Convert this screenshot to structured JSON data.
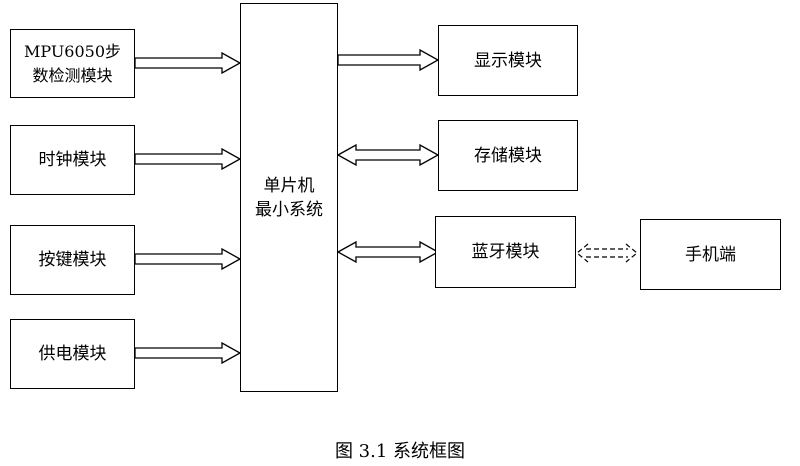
{
  "diagram": {
    "inputs": {
      "mpu": "MPU6050步数检测模块",
      "clock": "时钟模块",
      "keys": "按键模块",
      "power": "供电模块"
    },
    "center": {
      "line1": "单片机",
      "line2": "最小系统"
    },
    "outputs": {
      "display": "显示模块",
      "storage": "存储模块",
      "bluetooth": "蓝牙模块"
    },
    "phone": "手机端"
  },
  "caption": "图 3.1  系统框图"
}
